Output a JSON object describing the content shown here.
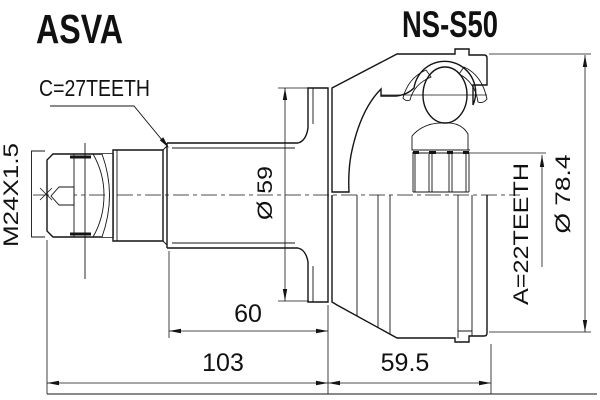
{
  "title_block": {
    "brand": "ASVA",
    "part_number": "NS-S50"
  },
  "callouts": {
    "outer_spline_teeth": "C=27TEETH",
    "thread_size": "M24X1.5",
    "shaft_diameter": "Ø 59",
    "inner_spline_teeth": "A=22TEETH",
    "outer_diameter": "Ø 78.4"
  },
  "dimensions": {
    "spline_section_length": "60",
    "shaft_length": "103",
    "housing_length": "59.5"
  },
  "colors": {
    "line": "#141414",
    "background": "#ffffff"
  }
}
